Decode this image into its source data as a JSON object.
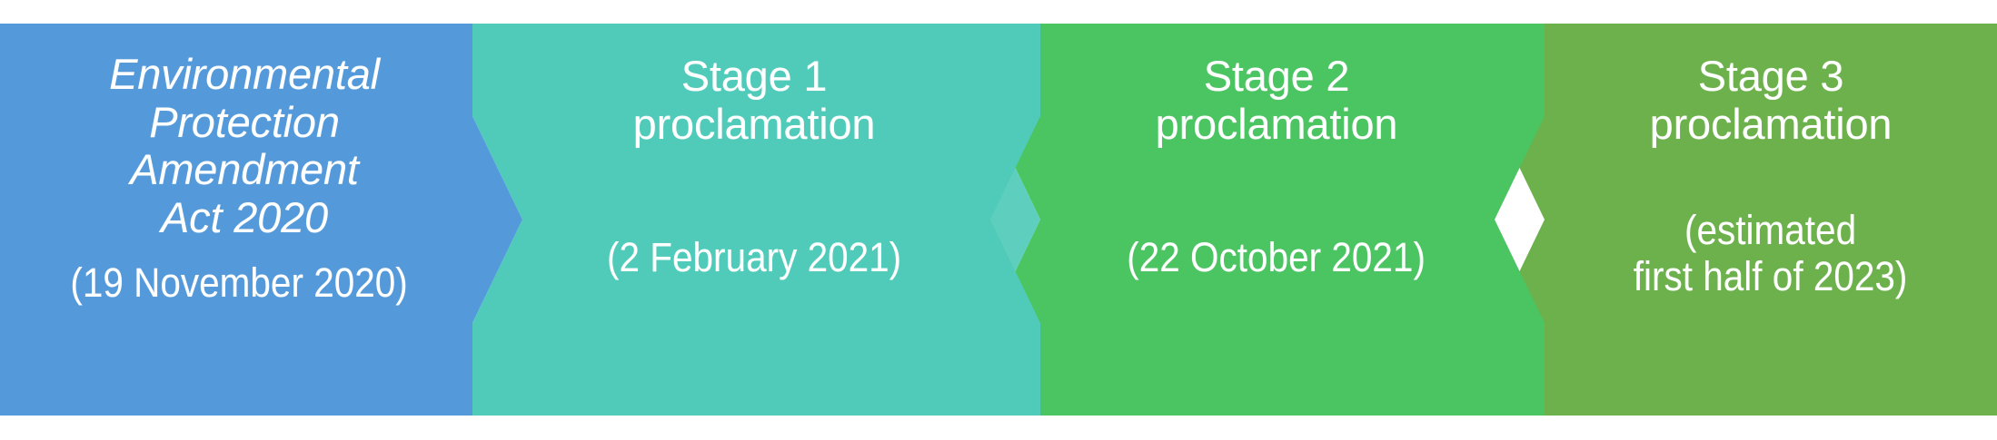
{
  "diagram": {
    "type": "chevron-process-timeline",
    "orientation": "horizontal",
    "background_color": "#FFFFFF",
    "stages": [
      {
        "id": "act",
        "title": "Environmental\nProtection\nAmendment\nAct 2020",
        "date": "(19 November 2020)",
        "color": "#5499DA",
        "italic_title": true
      },
      {
        "id": "stage-1",
        "title": "Stage 1\nproclamation",
        "date": "(2 February 2021)",
        "color": "#50CBBA",
        "italic_title": false
      },
      {
        "id": "stage-2",
        "title": "Stage 2\nproclamation",
        "date": "(22 October 2021)",
        "color": "#4BC462",
        "italic_title": false
      },
      {
        "id": "stage-3",
        "title": "Stage 3\nproclamation",
        "date": "(estimated\nfirst half of 2023)",
        "color": "#6CB14B",
        "italic_title": false
      }
    ]
  }
}
